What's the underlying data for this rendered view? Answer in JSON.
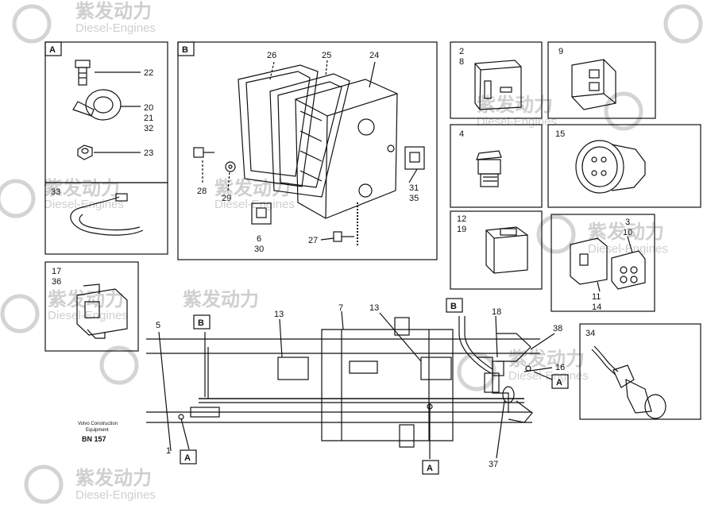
{
  "watermark": {
    "cn": "紫发动力",
    "en": "Diesel-Engines",
    "color": "#cfcfcf"
  },
  "panels": {
    "A": {
      "tag": "A",
      "labels": [
        "22",
        "20",
        "21",
        "32",
        "23"
      ]
    },
    "B": {
      "tag": "B",
      "labels": [
        "26",
        "25",
        "24",
        "28",
        "29",
        "31",
        "35",
        "6",
        "30",
        "27"
      ]
    },
    "p33": {
      "labels": [
        "33"
      ]
    },
    "p2_8": {
      "labels": [
        "2",
        "8"
      ]
    },
    "p9": {
      "labels": [
        "9"
      ]
    },
    "p4": {
      "labels": [
        "4"
      ]
    },
    "p15": {
      "labels": [
        "15"
      ]
    },
    "p12_19": {
      "labels": [
        "12",
        "19"
      ]
    },
    "p3_10": {
      "labels": [
        "3",
        "10",
        "11",
        "14"
      ]
    },
    "p17_36": {
      "labels": [
        "17",
        "36"
      ]
    },
    "p34": {
      "labels": [
        "34"
      ]
    }
  },
  "main": {
    "callouts": [
      "5",
      "13",
      "7",
      "13",
      "18",
      "38",
      "16",
      "1",
      "37"
    ],
    "ref_tags": [
      "B",
      "B",
      "A",
      "A",
      "A"
    ]
  },
  "footer": {
    "line1": "Volvo Construction",
    "line2": "Equipment",
    "code": "BN 157"
  }
}
